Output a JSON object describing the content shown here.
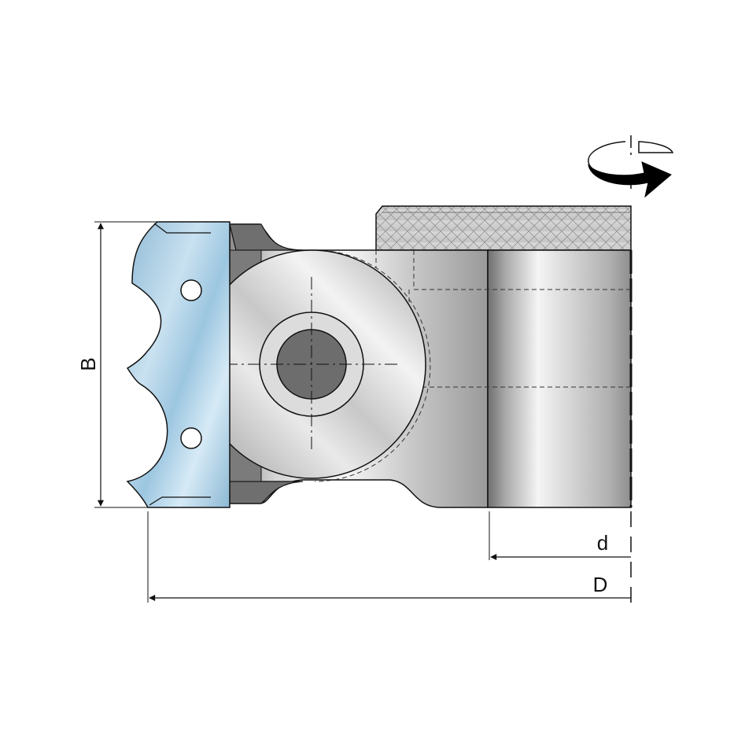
{
  "diagram": {
    "labels": {
      "height": "B",
      "bore_diameter": "d",
      "cutting_diameter": "D"
    },
    "icons": {
      "rotation": "rotation-direction-icon"
    },
    "colors": {
      "knife_blue": "#a9cde4",
      "steel_light": "#f2f2f2",
      "steel_mid": "#b5b5b5",
      "steel_dark": "#7a7a7a",
      "bore_dark": "#6d6d6d",
      "outline": "#111111"
    }
  }
}
